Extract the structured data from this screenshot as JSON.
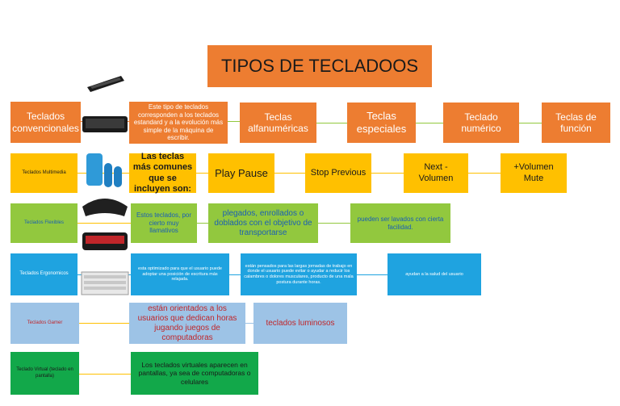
{
  "title": "TIPOS DE  TECLADOOS",
  "row1": {
    "label": "Teclados convencionales",
    "desc": "Este tipo de teclados corresponden a los teclados estandard y a la evolución más simple de la máquina de escribir.",
    "items": [
      "Teclas alfanuméricas",
      "Teclas especiales",
      "Teclado numérico",
      "Teclas de función"
    ]
  },
  "row2": {
    "label": "Teclados Multimedia",
    "desc": "Las teclas más comunes que se incluyen son:",
    "items": [
      "Play Pause",
      "Stop Previous",
      "Next -Volumen",
      "+Volumen Mute"
    ]
  },
  "row3": {
    "label": "Teclados Flexibles",
    "desc": "Estos teclados, por cierto muy llamativos",
    "items": [
      "plegados, enrollados o doblados con el objetivo de transportarse",
      "pueden ser lavados con cierta facilidad."
    ]
  },
  "row4": {
    "label": "Teclados Ergonomicos",
    "desc": "esta optimizado para que el usuario puede adoptar una posición de escritura más relajada.",
    "items": [
      "están pensados para las largas jornadas de trabajo en donde el usuario puede evitar o ayudar a reducir los calambres o dolores musculares, producto de una mala postura durante horas.",
      "ayudan a la salud del usuario"
    ]
  },
  "row5": {
    "label": "Teclados Gamer",
    "desc": "están orientados a los usuarios que dedican horas jugando juegos de computadoras",
    "items": [
      "teclados luminosos"
    ]
  },
  "row6": {
    "label": "Teclado Virtual (teclado en pantalla)",
    "desc": "Los teclados virtuales aparecen en pantallas, ya sea de computadoras o celulares"
  },
  "colors": {
    "orange": "#ed7d31",
    "yellow": "#ffc000",
    "green": "#92c83e",
    "blue": "#1fa3e0",
    "light_blue": "#9dc3e6",
    "dark_green": "#12a84a"
  }
}
